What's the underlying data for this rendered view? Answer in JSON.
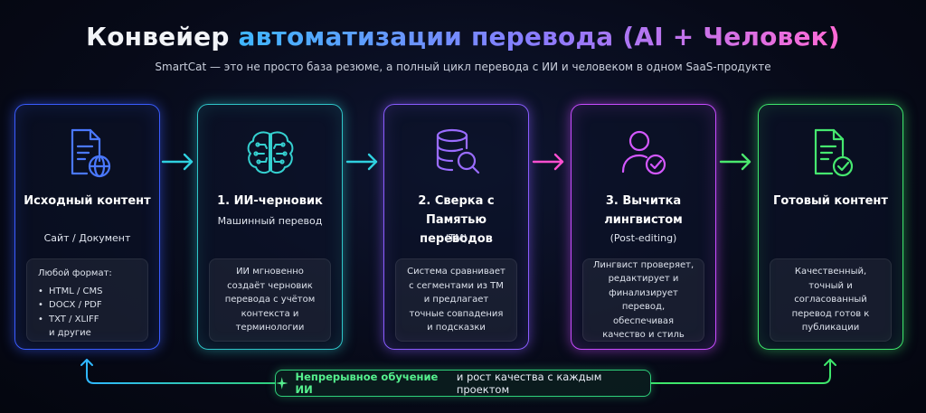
{
  "title": {
    "part1": "Конвейер",
    "part2": "автоматизации перевода (AI + Человек)"
  },
  "subtitle": "SmartCat — это не просто база резюме, а полный цикл перевода с ИИ и человеком в одном SaaS-продукте",
  "cards": [
    {
      "icon": "document-globe-icon",
      "title": "Исходный контент",
      "subtitle": "Сайт / Документ",
      "box_heading": "Любой формат:",
      "box_items": [
        "HTML / CMS",
        "DOCX / PDF",
        "TXT / XLIFF",
        "и другие"
      ],
      "color": "#3a5cff"
    },
    {
      "icon": "brain-circuit-icon",
      "title": "1. ИИ-черновик",
      "subtitle": "Машинный перевод",
      "box_text": "ИИ мгновенно создаёт черновик перевода с учётом контекста и терминологии",
      "color": "#2fc6c9"
    },
    {
      "icon": "database-search-icon",
      "title": "2. Сверка с Памятью переводов",
      "subtitle": "(TM)",
      "box_text": "Система сравнивает с сегментами из TM и предлагает точные совпадения и подсказки",
      "color": "#8a5cff"
    },
    {
      "icon": "user-check-icon",
      "title": "3. Вычитка лингвистом",
      "subtitle": "(Post-editing)",
      "box_text": "Лингвист проверяет, редактирует и финализирует перевод, обеспечивая качество и стиль",
      "color": "#c84cff"
    },
    {
      "icon": "document-check-icon",
      "title": "Готовый контент",
      "subtitle": "",
      "box_text": "Качественный, точный и согласованный перевод готов к публикации",
      "color": "#3ee66b"
    }
  ],
  "feedback": {
    "icon": "sparkle-icon",
    "highlight": "Непрерывное обучение ИИ",
    "rest": "и рост качества с каждым проектом"
  },
  "colors": {
    "arrow1": "#2fd0e0",
    "arrow2": "#2fd0e0",
    "arrow3": "#ff4fd0",
    "arrow4": "#4ae86e",
    "loop": "#2fd07a"
  }
}
